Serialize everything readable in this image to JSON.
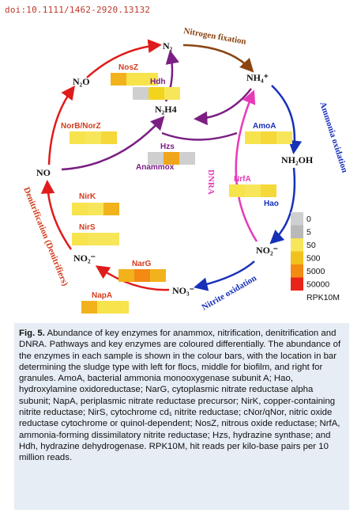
{
  "doi": "doi:10.1111/1462-2920.13132",
  "nodes": {
    "n2": "N₂",
    "nh4": "NH₄⁺",
    "n2o": "N₂O",
    "n2h4": "N₂H4",
    "no": "NO",
    "nh2oh": "NH₂OH",
    "no2_left": "NO₂⁻",
    "no2_right": "NO₂⁻",
    "no3": "NO₃⁻"
  },
  "pathways": {
    "nitrogen_fixation": "Nitrogen fixation",
    "ammonia_oxidation": "Ammonia oxidation",
    "denitrification": "Denitrification (Denitrifiers)",
    "dnra": "DNRA",
    "nitrite_oxidation": "Nitrite oxidation"
  },
  "enzymes": [
    {
      "label": "NosZ",
      "color_hex": "#d43c1e",
      "bars": [
        "#f2b21c",
        "#f7e34c",
        "#f7e34c"
      ]
    },
    {
      "label": "Hdh",
      "color_hex": "#7b1f83",
      "bars": [
        "#cfcfcf",
        "#f2d41e",
        "#f7e65a"
      ]
    },
    {
      "label": "NorB/NorZ",
      "color_hex": "#d43c1e",
      "bars": [
        "#f7e34c",
        "#f7e65a",
        "#f5d83a"
      ]
    },
    {
      "label": "AmoA",
      "color_hex": "#1730b8",
      "bars": [
        "#f7e34c",
        "#f5d83a",
        "#f7e65a"
      ]
    },
    {
      "label": "Hzs",
      "color_hex": "#7b1f83",
      "bars": [
        "#cfcfcf",
        "#f0a51a",
        "#cfcfcf"
      ]
    },
    {
      "label": "Anammox",
      "color_hex": "#7b1f83",
      "bars": []
    },
    {
      "label": "NrfA",
      "color_hex": "#e63ab8",
      "bars": [
        "#f7e34c",
        "#f7e65a",
        "#f5d83a"
      ]
    },
    {
      "label": "Hao",
      "color_hex": "#1730b8",
      "bars": []
    },
    {
      "label": "NirK",
      "color_hex": "#d43c1e",
      "bars": [
        "#f7e34c",
        "#f7e65a",
        "#f2b21c"
      ]
    },
    {
      "label": "NirS",
      "color_hex": "#d43c1e",
      "bars": [
        "#f7e34c",
        "#f7e65a",
        "#f7e65a"
      ]
    },
    {
      "label": "NarG",
      "color_hex": "#d43c1e",
      "bars": [
        "#f2b21c",
        "#f28a14",
        "#f2b21c"
      ]
    },
    {
      "label": "NapA",
      "color_hex": "#d43c1e",
      "bars": [
        "#f2b21c",
        "#f7e34c",
        "#f7e34c"
      ]
    }
  ],
  "legend": {
    "items": [
      {
        "label": "0",
        "color_hex": "#cfcfcf"
      },
      {
        "label": "5",
        "color_hex": "#b9b9b9"
      },
      {
        "label": "50",
        "color_hex": "#f7e65a"
      },
      {
        "label": "500",
        "color_hex": "#f2c21c"
      },
      {
        "label": "5000",
        "color_hex": "#f28a14"
      },
      {
        "label": "50000",
        "color_hex": "#e8241a"
      }
    ],
    "unit": "RPK10M"
  },
  "caption": {
    "label": "Fig. 5.",
    "text": "Abundance of key enzymes for anammox, nitrification, denitrification and DNRA. Pathways and key enzymes are coloured differentially. The abundance of the enzymes in each sample is shown in the colour bars, with the location in bar determining the sludge type with left for flocs, middle for biofilm, and right for granules. AmoA, bacterial ammonia monooxygenase subunit A; Hao, hydroxylamine oxidoreductase; NarG, cytoplasmic nitrate reductase alpha subunit; NapA, periplasmic nitrate reductase precursor; NirK, copper-containing nitrite reductase; NirS, cytochrome cd₁ nitrite reductase; cNor/qNor, nitric oxide reductase cytochrome or quinol-dependent; NosZ, nitrous oxide reductase; NrfA, ammonia-forming dissimilatory nitrite reductase; Hzs, hydrazine synthase; and Hdh, hydrazine dehydrogenase. RPK10M, hit reads per kilo-base pairs per 10 million reads."
  }
}
